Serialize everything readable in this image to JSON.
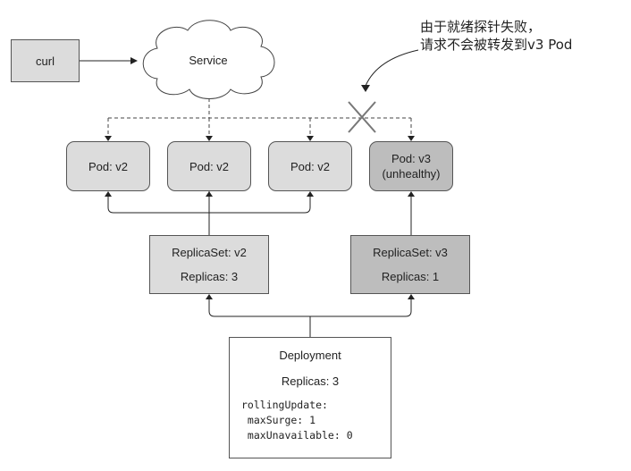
{
  "client": {
    "label": "curl"
  },
  "service": {
    "label": "Service"
  },
  "pods": [
    {
      "label": "Pod: v2",
      "state": ""
    },
    {
      "label": "Pod: v2",
      "state": ""
    },
    {
      "label": "Pod: v2",
      "state": ""
    },
    {
      "label": "Pod: v3",
      "state": "(unhealthy)"
    }
  ],
  "replicasets": [
    {
      "name": "ReplicaSet: v2",
      "replicas": "Replicas: 3"
    },
    {
      "name": "ReplicaSet: v3",
      "replicas": "Replicas: 1"
    }
  ],
  "deployment": {
    "title": "Deployment",
    "replicas": "Replicas: 3",
    "spec": [
      "rollingUpdate:",
      " maxSurge: 1",
      " maxUnavailable: 0"
    ]
  },
  "annotation": {
    "line1": "由于就绪探针失败，",
    "line2": "请求不会被转发到v3 Pod"
  },
  "colors": {
    "healthy_fill": "#dcdcdc",
    "unhealthy_fill": "#bdbdbd",
    "stroke": "#555555"
  }
}
